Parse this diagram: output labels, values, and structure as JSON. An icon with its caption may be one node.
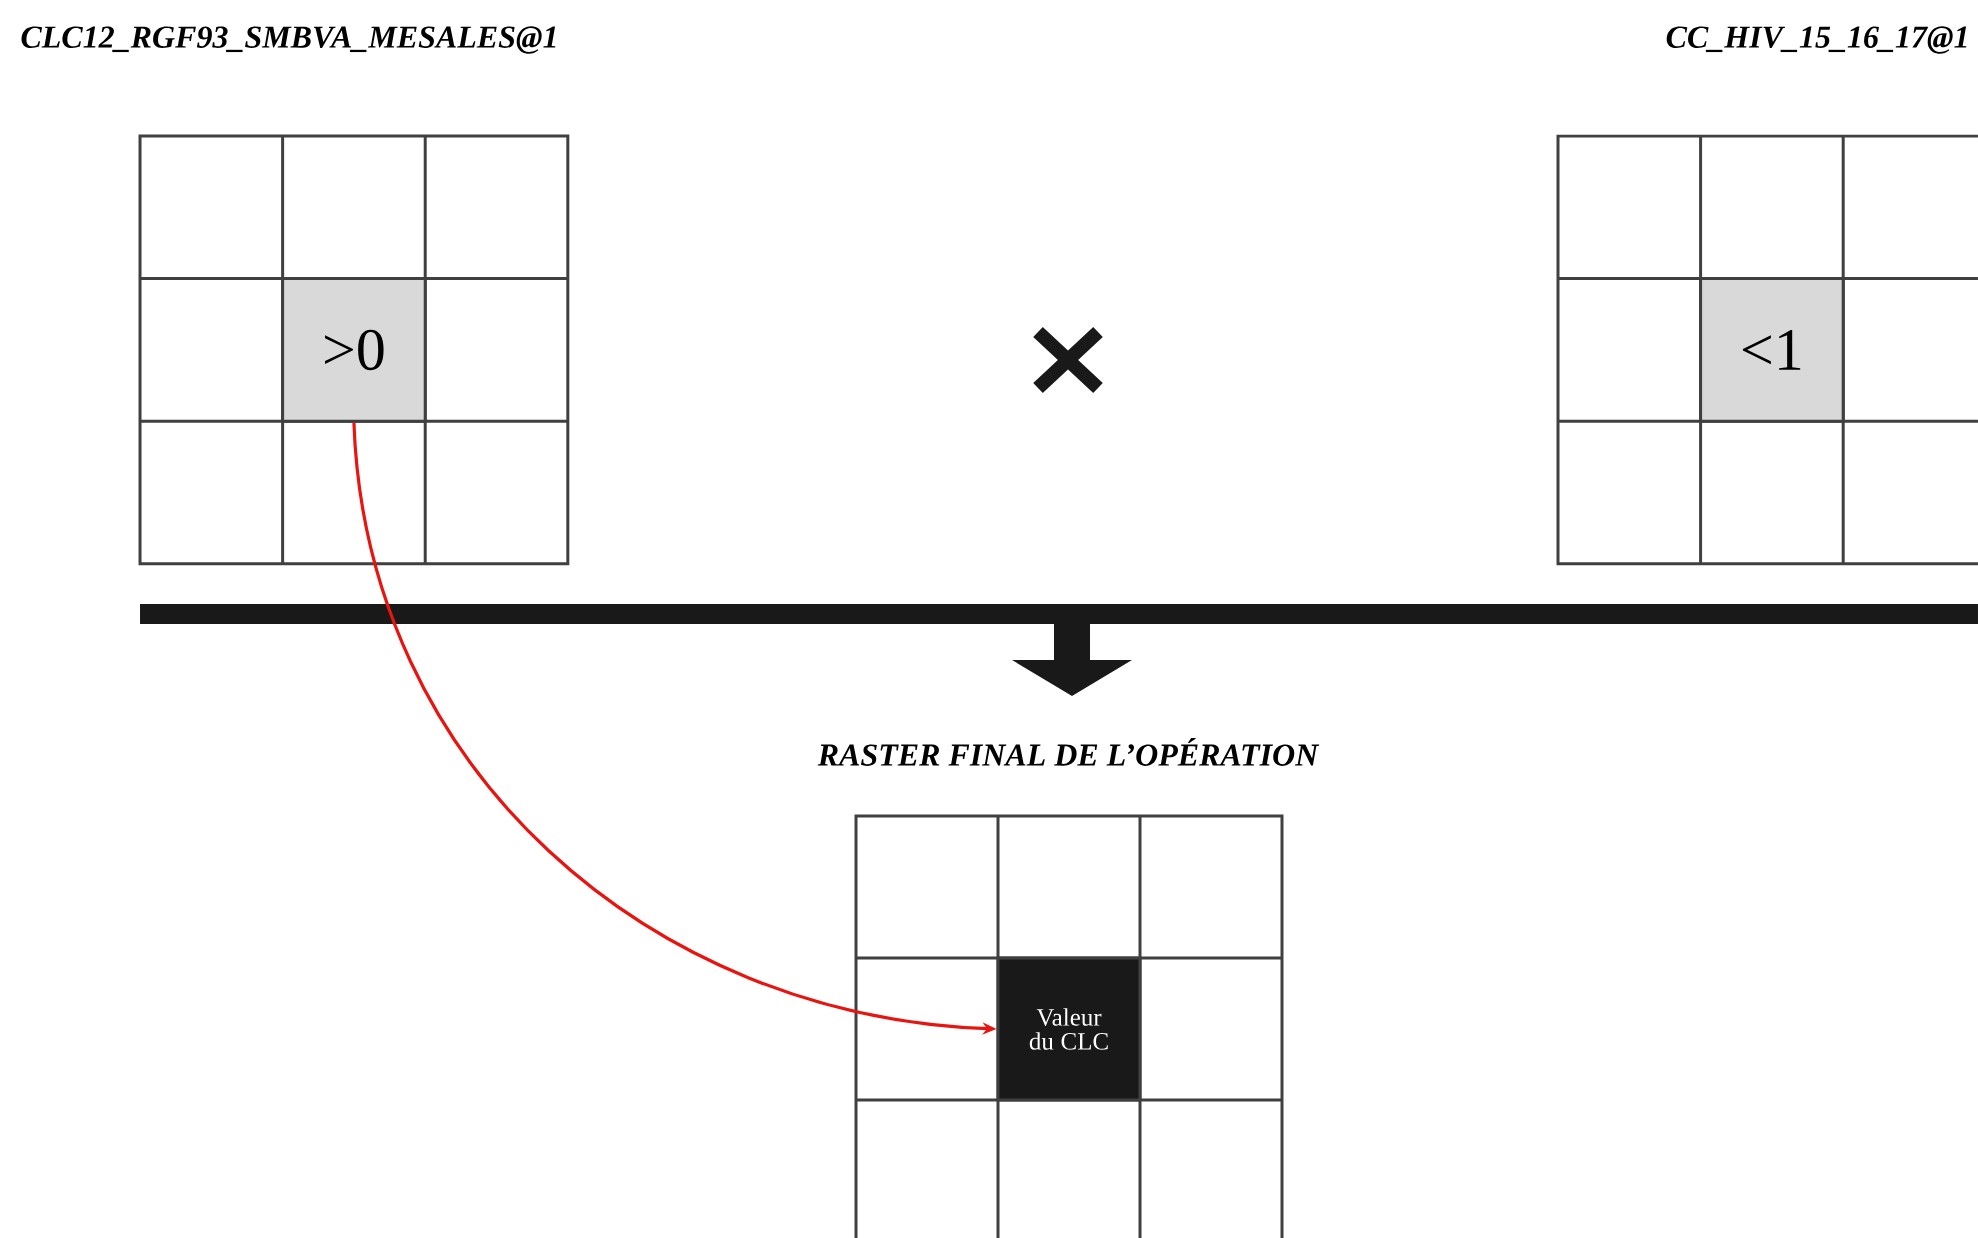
{
  "diagram": {
    "nodes": [
      {
        "text": [
          "CLC12_RGF93_SMBVA_MESALES@1"
        ]
      },
      {
        "text": [
          ">0"
        ],
        "in": 0
      },
      {
        "text": [
          "CC_HIV_15_16_17@1"
        ]
      },
      {
        "text": [
          "<1"
        ],
        "in": 2
      },
      {
        "text": [
          "RASTER FINAL DE L’OPÉRATION"
        ]
      },
      {
        "text": [
          "Valeur du CLC"
        ],
        "in": 4
      }
    ],
    "edges": [
      {
        "from": 1,
        "to": 5,
        "arrow": "to",
        "color": "#e8140f"
      }
    ]
  }
}
